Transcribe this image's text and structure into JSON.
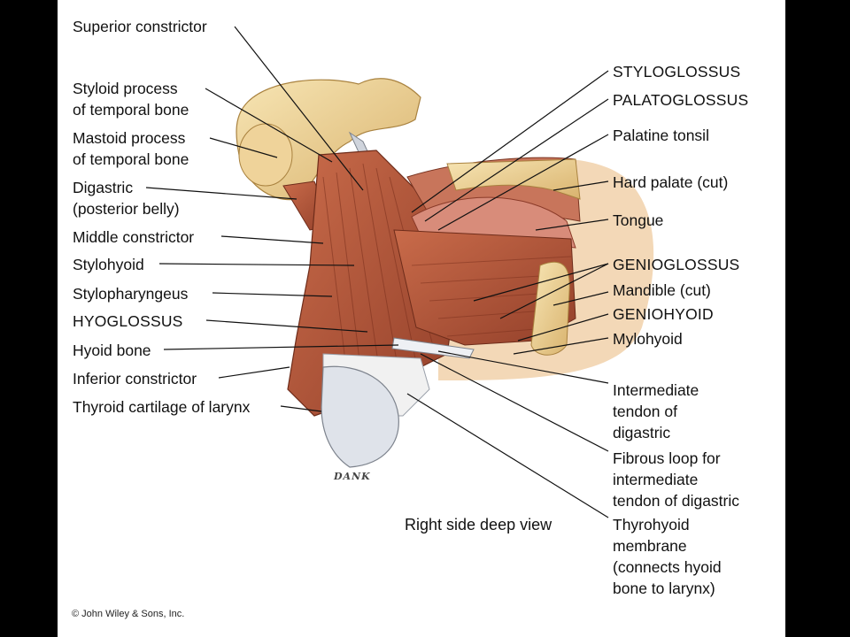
{
  "labels_left": [
    {
      "id": "superior-constrictor",
      "lines": [
        "Superior constrictor"
      ]
    },
    {
      "id": "styloid-process",
      "lines": [
        "Styloid process",
        "of temporal bone"
      ]
    },
    {
      "id": "mastoid-process",
      "lines": [
        "Mastoid process",
        "of temporal bone"
      ]
    },
    {
      "id": "digastric-posterior",
      "lines": [
        "Digastric",
        "(posterior belly)"
      ]
    },
    {
      "id": "middle-constrictor",
      "lines": [
        "Middle constrictor"
      ]
    },
    {
      "id": "stylohyoid",
      "lines": [
        "Stylohyoid"
      ]
    },
    {
      "id": "stylopharyngeus",
      "lines": [
        "Stylopharyngeus"
      ]
    },
    {
      "id": "hyoglossus",
      "lines": [
        "HYOGLOSSUS"
      ]
    },
    {
      "id": "hyoid-bone",
      "lines": [
        "Hyoid bone"
      ]
    },
    {
      "id": "inferior-constrictor",
      "lines": [
        "Inferior constrictor"
      ]
    },
    {
      "id": "thyroid-cartilage",
      "lines": [
        "Thyroid cartilage of larynx"
      ]
    }
  ],
  "labels_right": [
    {
      "id": "styloglossus",
      "lines": [
        "STYLOGLOSSUS"
      ]
    },
    {
      "id": "palatoglossus",
      "lines": [
        "PALATOGLOSSUS"
      ]
    },
    {
      "id": "palatine-tonsil",
      "lines": [
        "Palatine tonsil"
      ]
    },
    {
      "id": "hard-palate",
      "lines": [
        "Hard palate (cut)"
      ]
    },
    {
      "id": "tongue",
      "lines": [
        "Tongue"
      ]
    },
    {
      "id": "genioglossus",
      "lines": [
        "GENIOGLOSSUS"
      ]
    },
    {
      "id": "mandible",
      "lines": [
        "Mandible (cut)"
      ]
    },
    {
      "id": "geniohyoid",
      "lines": [
        "GENIOHYOID"
      ]
    },
    {
      "id": "mylohyoid",
      "lines": [
        "Mylohyoid"
      ]
    },
    {
      "id": "intermediate-tendon",
      "lines": [
        "Intermediate",
        "tendon of",
        "digastric"
      ]
    },
    {
      "id": "fibrous-loop",
      "lines": [
        "Fibrous loop for",
        "intermediate",
        "tendon of digastric"
      ]
    },
    {
      "id": "thyrohyoid-membrane",
      "lines": [
        "Thyrohyoid",
        "membrane",
        "(connects hyoid",
        "bone to larynx)"
      ]
    }
  ],
  "caption": "Right side deep view",
  "artist_signature": "DANK",
  "copyright": "© John Wiley & Sons, Inc.",
  "colors": {
    "muscle": "#b85a3c",
    "muscle_dark": "#8e3b25",
    "bone": "#f0d79a",
    "cartilage": "#e6e9f0",
    "background": "#000000",
    "panel": "#ffffff"
  }
}
